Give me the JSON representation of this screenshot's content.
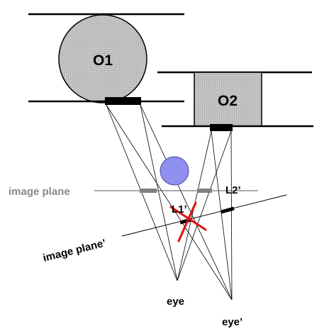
{
  "labels": {
    "object1": "O1",
    "object2": "O2",
    "image_plane": "image plane",
    "image_plane_prime": "image plane’",
    "l1_prime": "L1’",
    "l2_prime": "L2’",
    "eye": "eye",
    "eye_prime": "eye’"
  },
  "colors": {
    "stroke": "#000000",
    "object_fill": "#bdbdbd",
    "image_plane_label": "#8a8a8a",
    "image_plane_segment": "#808080",
    "occluder_fill": "#8f8ff0",
    "occluder_stroke": "#5050a0",
    "cross_mark": "#e01010"
  }
}
